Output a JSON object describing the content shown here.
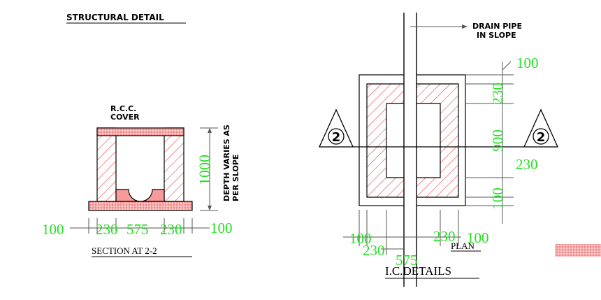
{
  "title": "STRUCTURAL DETAIL",
  "section": {
    "caption": "SECTION AT 2-2",
    "cover_label_line1": "R.C.C.",
    "cover_label_line2": "COVER",
    "depth_value": "1000",
    "depth_note_line1": "DEPTH VARIES AS",
    "depth_note_line2": "PER SLOPE",
    "dims": [
      "100",
      "230",
      "575",
      "230",
      "100"
    ]
  },
  "plan": {
    "caption": "I.C.DETAILS",
    "plan_label": "PLAN",
    "drain_line1": "DRAIN PIPE",
    "drain_line2": "IN SLOPE",
    "section_marker": "2",
    "right_dims": [
      "100",
      "230",
      "900",
      "230",
      "100"
    ],
    "bottom_dims": [
      "100",
      "230",
      "575",
      "230",
      "100"
    ]
  },
  "colors": {
    "hatch": "#f05050",
    "concrete_fill": "#f79a9a",
    "dimension_text": "#22e022",
    "lines": "#000000"
  }
}
